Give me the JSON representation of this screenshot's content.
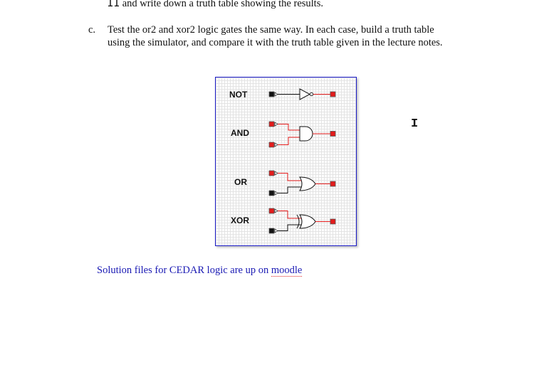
{
  "doc": {
    "top_line": {
      "number": "11",
      "text": " and write down a truth table showing the results."
    },
    "item_c": {
      "marker": "c.",
      "line1": "Test the or2 and xor2 logic gates the same way. In each case, build a truth table",
      "line2": "using the simulator, and compare it with the truth table given in the lecture notes."
    },
    "footer": {
      "prefix": "Solution files for CEDAR logic are up on ",
      "link": "moodle"
    }
  },
  "simulator": {
    "gates": [
      {
        "label": "NOT",
        "inputs": [
          "off"
        ],
        "output": "on"
      },
      {
        "label": "AND",
        "inputs": [
          "on",
          "on"
        ],
        "output": "on"
      },
      {
        "label": "OR",
        "inputs": [
          "on",
          "off"
        ],
        "output": "on"
      },
      {
        "label": "XOR",
        "inputs": [
          "on",
          "off"
        ],
        "output": "on"
      }
    ],
    "colors": {
      "on": "#e31b1b",
      "off": "#111111",
      "frame": "#1c1cc8"
    }
  },
  "cursor": {
    "glyph": "I",
    "icon": "text-cursor-icon"
  }
}
